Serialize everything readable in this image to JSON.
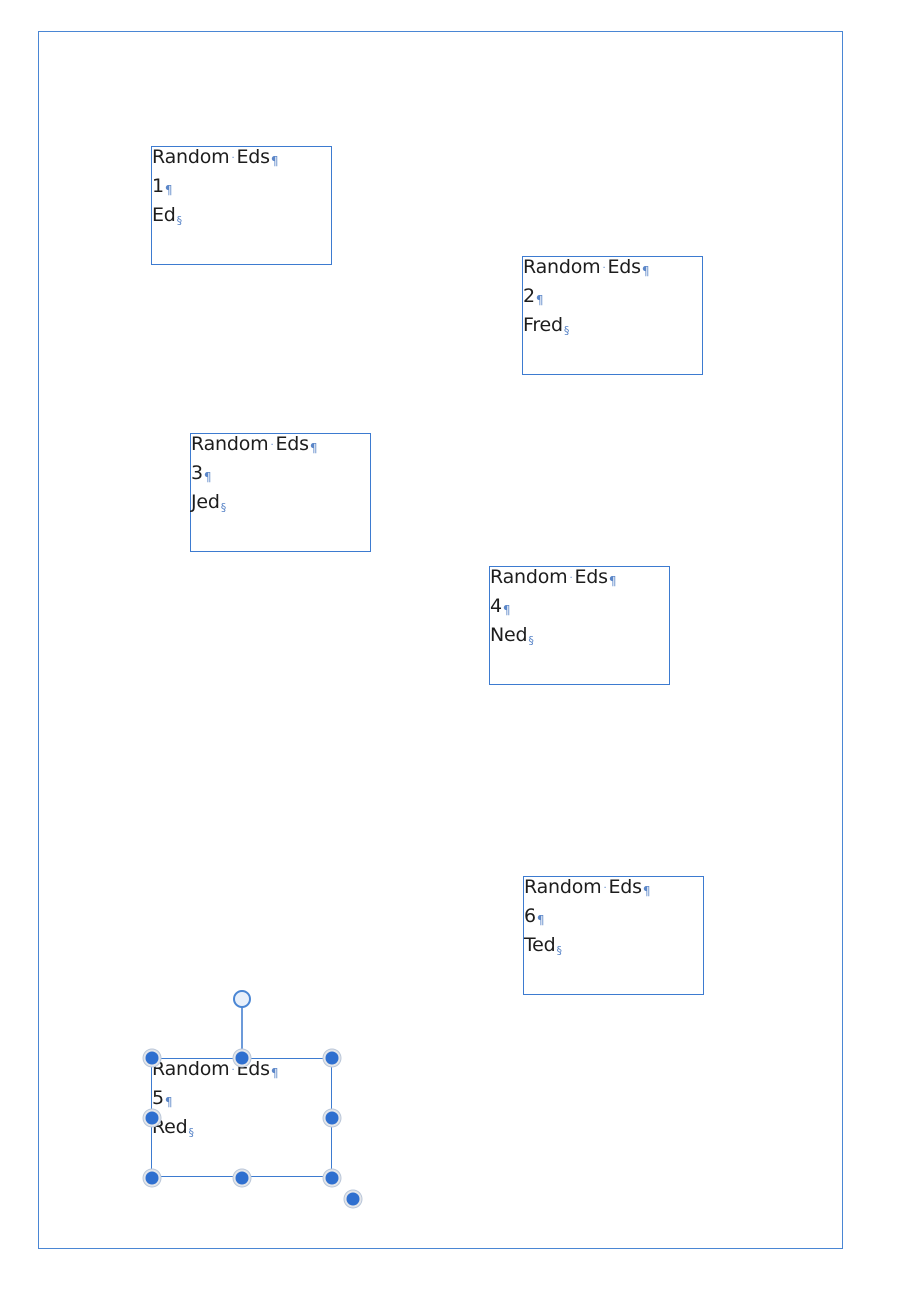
{
  "frames": [
    {
      "title_a": "Random",
      "title_b": "Eds",
      "number": "1",
      "name": "Ed"
    },
    {
      "title_a": "Random",
      "title_b": "Eds",
      "number": "2",
      "name": "Fred"
    },
    {
      "title_a": "Random",
      "title_b": "Eds",
      "number": "3",
      "name": "Jed"
    },
    {
      "title_a": "Random",
      "title_b": "Eds",
      "number": "4",
      "name": "Ned"
    },
    {
      "title_a": "Random",
      "title_b": "Eds",
      "number": "5",
      "name": "Red"
    },
    {
      "title_a": "Random",
      "title_b": "Eds",
      "number": "6",
      "name": "Ted"
    }
  ],
  "marks": {
    "pilcrow": "¶",
    "section": "§",
    "space": "·"
  },
  "colors": {
    "accent": "#3d7bd0",
    "handle_fill": "#2f6fcf",
    "hidden_characters": "#5b86c8"
  },
  "icons": {
    "resize_handle": "handle-dot-icon",
    "rotate_handle": "rotate-handle-icon"
  }
}
